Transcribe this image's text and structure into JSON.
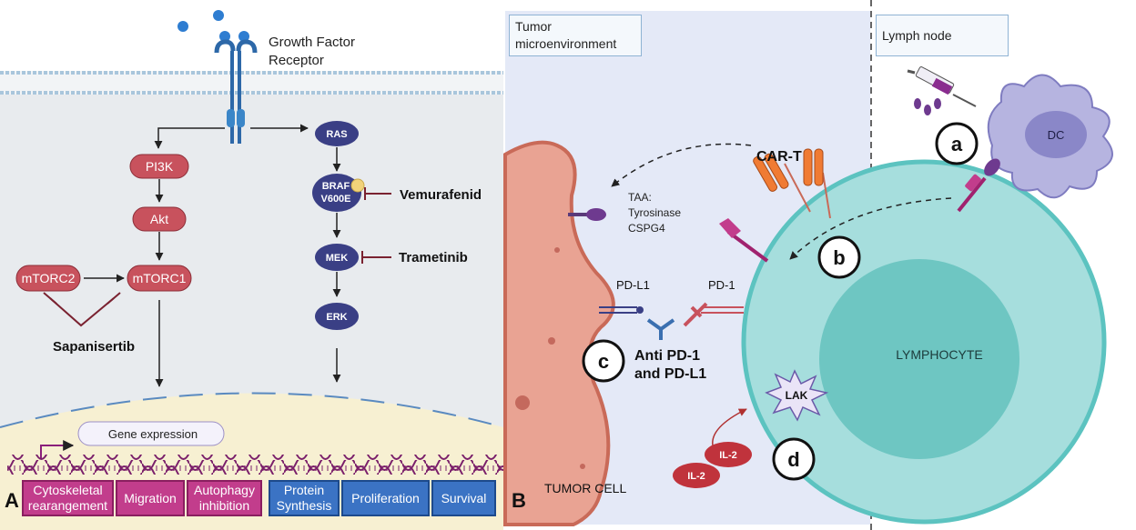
{
  "panel_a": {
    "letter": "A",
    "receptor_label_1": "Growth Factor",
    "receptor_label_2": "Receptor",
    "nodes": {
      "pi3k": "PI3K",
      "akt": "Akt",
      "mtorc2": "mTORC2",
      "mtorc1": "mTORC1",
      "ras": "RAS",
      "braf_1": "BRAF",
      "braf_2": "V600E",
      "mek": "MEK",
      "erk": "ERK"
    },
    "drugs": {
      "sapanisertib": "Sapanisertib",
      "vemurafenid": "Vemurafenid",
      "trametinib": "Trametinib"
    },
    "gene_expression": "Gene expression",
    "outcomes": [
      {
        "line1": "Cytoskeletal",
        "line2": "rearangement",
        "color": "pink"
      },
      {
        "line1": "Migration",
        "line2": "",
        "color": "pink"
      },
      {
        "line1": "Autophagy",
        "line2": "inhibition",
        "color": "pink"
      },
      {
        "line1": "Protein",
        "line2": "Synthesis",
        "color": "blue"
      },
      {
        "line1": "Proliferation",
        "line2": "",
        "color": "blue"
      },
      {
        "line1": "Survival",
        "line2": "",
        "color": "blue"
      }
    ]
  },
  "panel_b": {
    "letter": "B",
    "tumor_env_1": "Tumor",
    "tumor_env_2": "microenvironment",
    "lymph_node": "Lymph node",
    "dc": "DC",
    "car_t": "CAR-T",
    "taa_1": "TAA:",
    "taa_2": "Tyrosinase",
    "taa_3": "CSPG4",
    "pdl1": "PD-L1",
    "pd1": "PD-1",
    "anti_1": "Anti PD-1",
    "anti_2": "and PD-L1",
    "lymphocyte": "LYMPHOCYTE",
    "lak": "LAK",
    "il2_a": "IL-2",
    "il2_b": "IL-2",
    "tumor_cell": "TUMOR CELL",
    "circle_a": "a",
    "circle_b": "b",
    "circle_c": "c",
    "circle_d": "d"
  },
  "colors": {
    "membrane": "#9fbfd6",
    "node_pink": "#c8525d",
    "node_navy": "#3a3f85",
    "outcome_pink": "#c23d8c",
    "outcome_blue": "#3b73c4",
    "tumor": "#e9a393",
    "lymphocyte": "#a6dedd"
  }
}
